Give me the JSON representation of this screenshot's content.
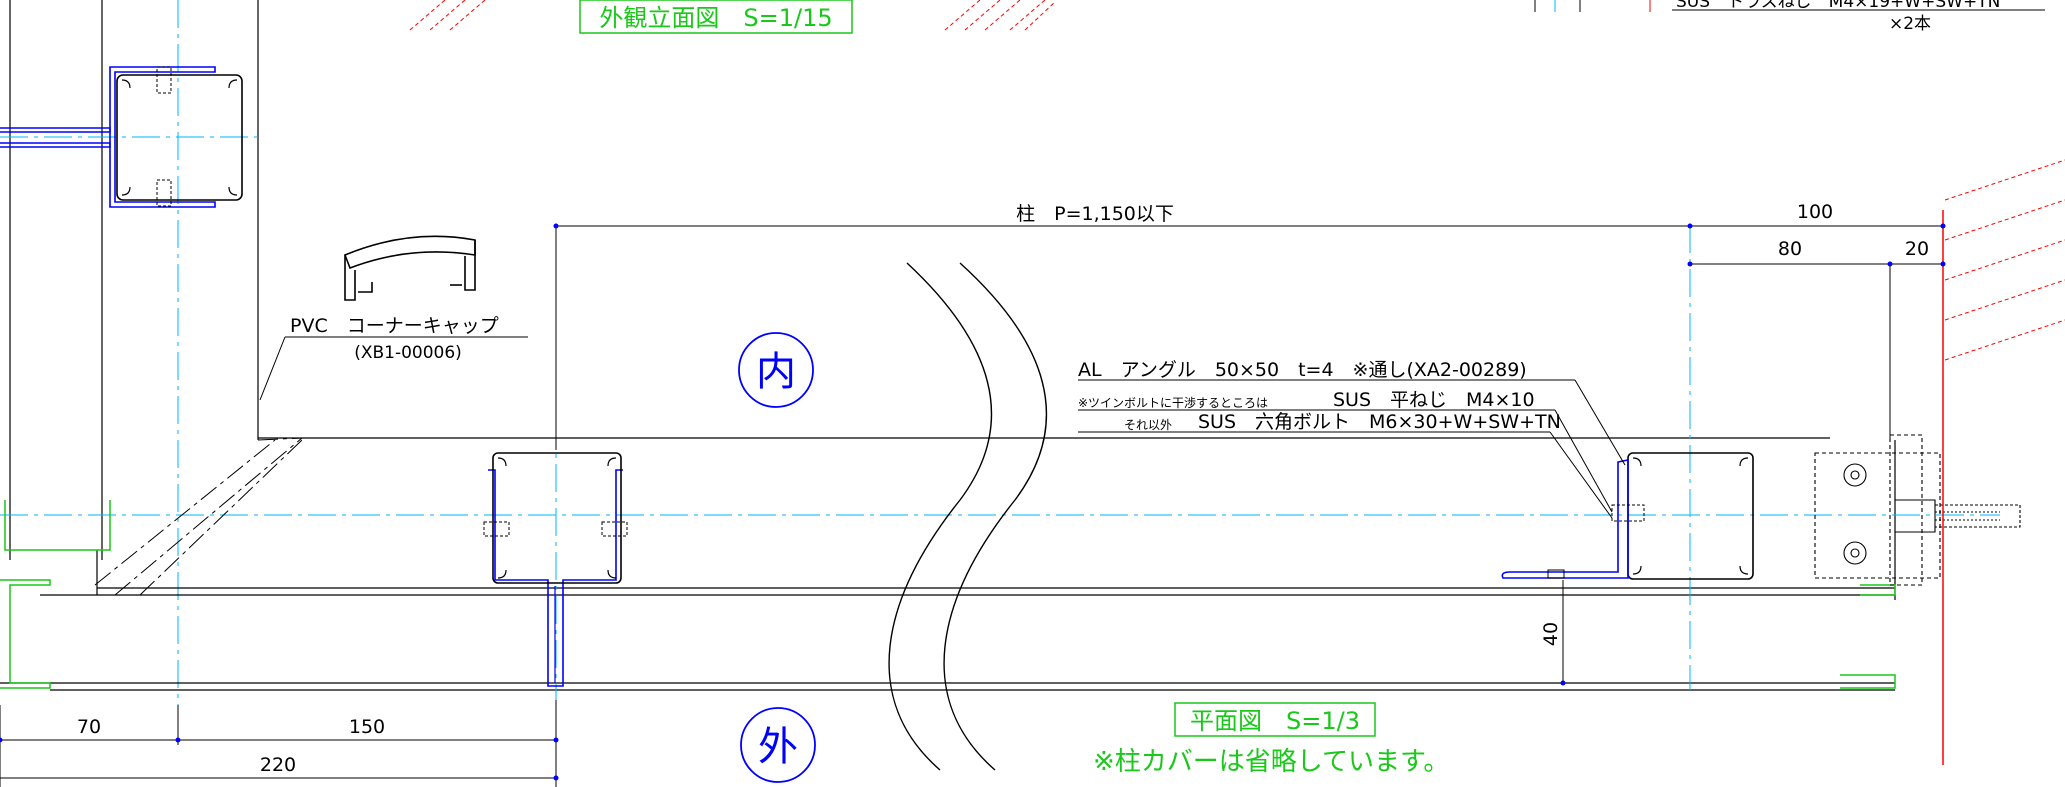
{
  "titles": {
    "elevation": "外観立面図　S=1/15",
    "plan": "平面図　S=1/3",
    "note": "※柱カバーは省略しています。"
  },
  "top_right_note": {
    "line1": "SUS　トラスねじ　M4×19+W+SW+TN",
    "line2": "×2本"
  },
  "markers": {
    "inside": "内",
    "outside": "外"
  },
  "labels": {
    "pvc_line1": "PVC　コーナーキャップ",
    "pvc_line2": "(XB1-00006)",
    "angle": "AL　アングル　50×50　t=4　※通し(XA2-00289)",
    "sus_note_small": "※ツインボルトに干渉するところは",
    "sus_flat": "SUS　平ねじ　M4×10",
    "sus_else_small": "それ以外",
    "sus_hex": "SUS　六角ボルト　M6×30+W+SW+TN"
  },
  "dims": {
    "pitch": "柱　P=1,150以下",
    "d100": "100",
    "d80": "80",
    "d20": "20",
    "d40": "40",
    "d70": "70",
    "d150": "150",
    "d220": "220"
  },
  "colors": {
    "line": "#000000",
    "profile": "#0000ff",
    "centerline": "#00b4ff",
    "accent_red": "#ff0000",
    "title_green": "#19c819"
  }
}
